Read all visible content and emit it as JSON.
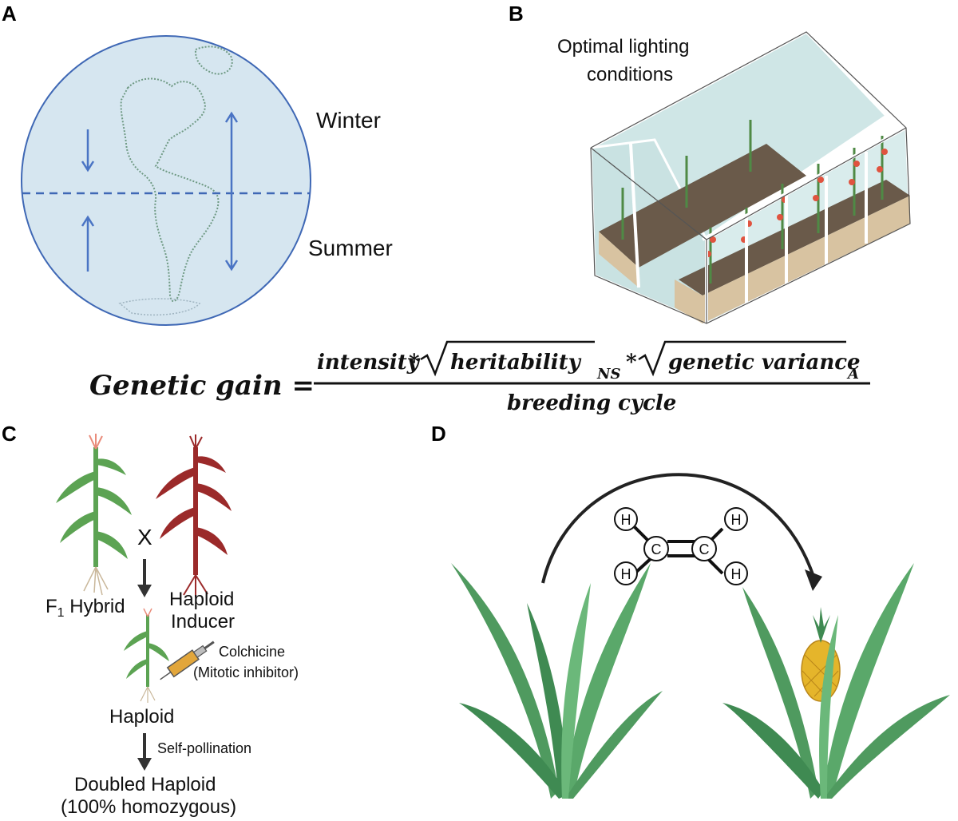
{
  "panels": {
    "a": {
      "letter": "A",
      "winter": "Winter",
      "summer": "Summer"
    },
    "b": {
      "letter": "B",
      "caption_line1": "Optimal lighting",
      "caption_line2": "conditions"
    },
    "c": {
      "letter": "C",
      "cross": "X",
      "f1_prefix": "F",
      "f1_sub": "1",
      "f1_suffix": " Hybrid",
      "inducer_line1": "Haploid",
      "inducer_line2": "Inducer",
      "colchicine_line1": "Colchicine",
      "colchicine_line2": "(Mitotic inhibitor)",
      "haploid": "Haploid",
      "self_pollination": "Self-pollination",
      "dh_line1": "Doubled Haploid",
      "dh_line2": "(100% homozygous)"
    },
    "d": {
      "letter": "D",
      "atom_h": "H",
      "atom_c": "C"
    }
  },
  "equation": {
    "lhs": "Genetic gain =",
    "intensity": "intensity",
    "star": "*",
    "heritability": "heritability",
    "sub_ns": "NS",
    "genetic_variance": "genetic variance",
    "sub_a": "A",
    "denominator": "breeding cycle"
  },
  "colors": {
    "globe_fill": "#d6e6f0",
    "globe_stroke": "#3f68b5",
    "arrow_blue": "#4a74c4",
    "plant_green": "#5ca353",
    "leaf_dark": "#3f8a52",
    "inducer_red": "#9b2a2a",
    "glass": "#cfe6e6",
    "soil": "#6a5a4a",
    "planter": "#d8c3a1",
    "pineapple": "#e5b52b"
  }
}
